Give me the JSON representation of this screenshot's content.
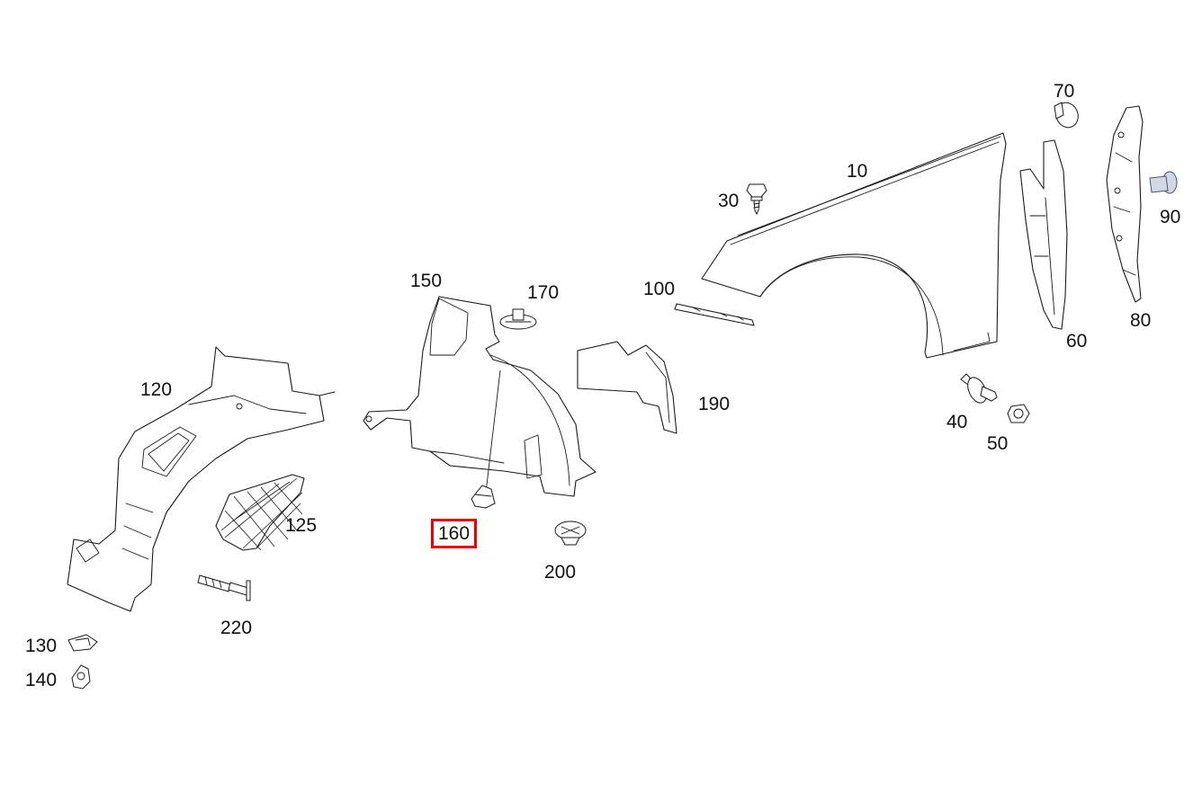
{
  "diagram": {
    "highlight_color": "#e60000",
    "highlighted_part": "160",
    "callouts": [
      {
        "id": "10",
        "label": "10"
      },
      {
        "id": "30",
        "label": "30"
      },
      {
        "id": "40",
        "label": "40"
      },
      {
        "id": "50",
        "label": "50"
      },
      {
        "id": "60",
        "label": "60"
      },
      {
        "id": "70",
        "label": "70"
      },
      {
        "id": "80",
        "label": "80"
      },
      {
        "id": "90",
        "label": "90"
      },
      {
        "id": "100",
        "label": "100"
      },
      {
        "id": "120",
        "label": "120"
      },
      {
        "id": "125",
        "label": "125"
      },
      {
        "id": "130",
        "label": "130"
      },
      {
        "id": "140",
        "label": "140"
      },
      {
        "id": "150",
        "label": "150"
      },
      {
        "id": "160",
        "label": "160"
      },
      {
        "id": "170",
        "label": "170"
      },
      {
        "id": "190",
        "label": "190"
      },
      {
        "id": "200",
        "label": "200"
      },
      {
        "id": "220",
        "label": "220"
      }
    ]
  }
}
